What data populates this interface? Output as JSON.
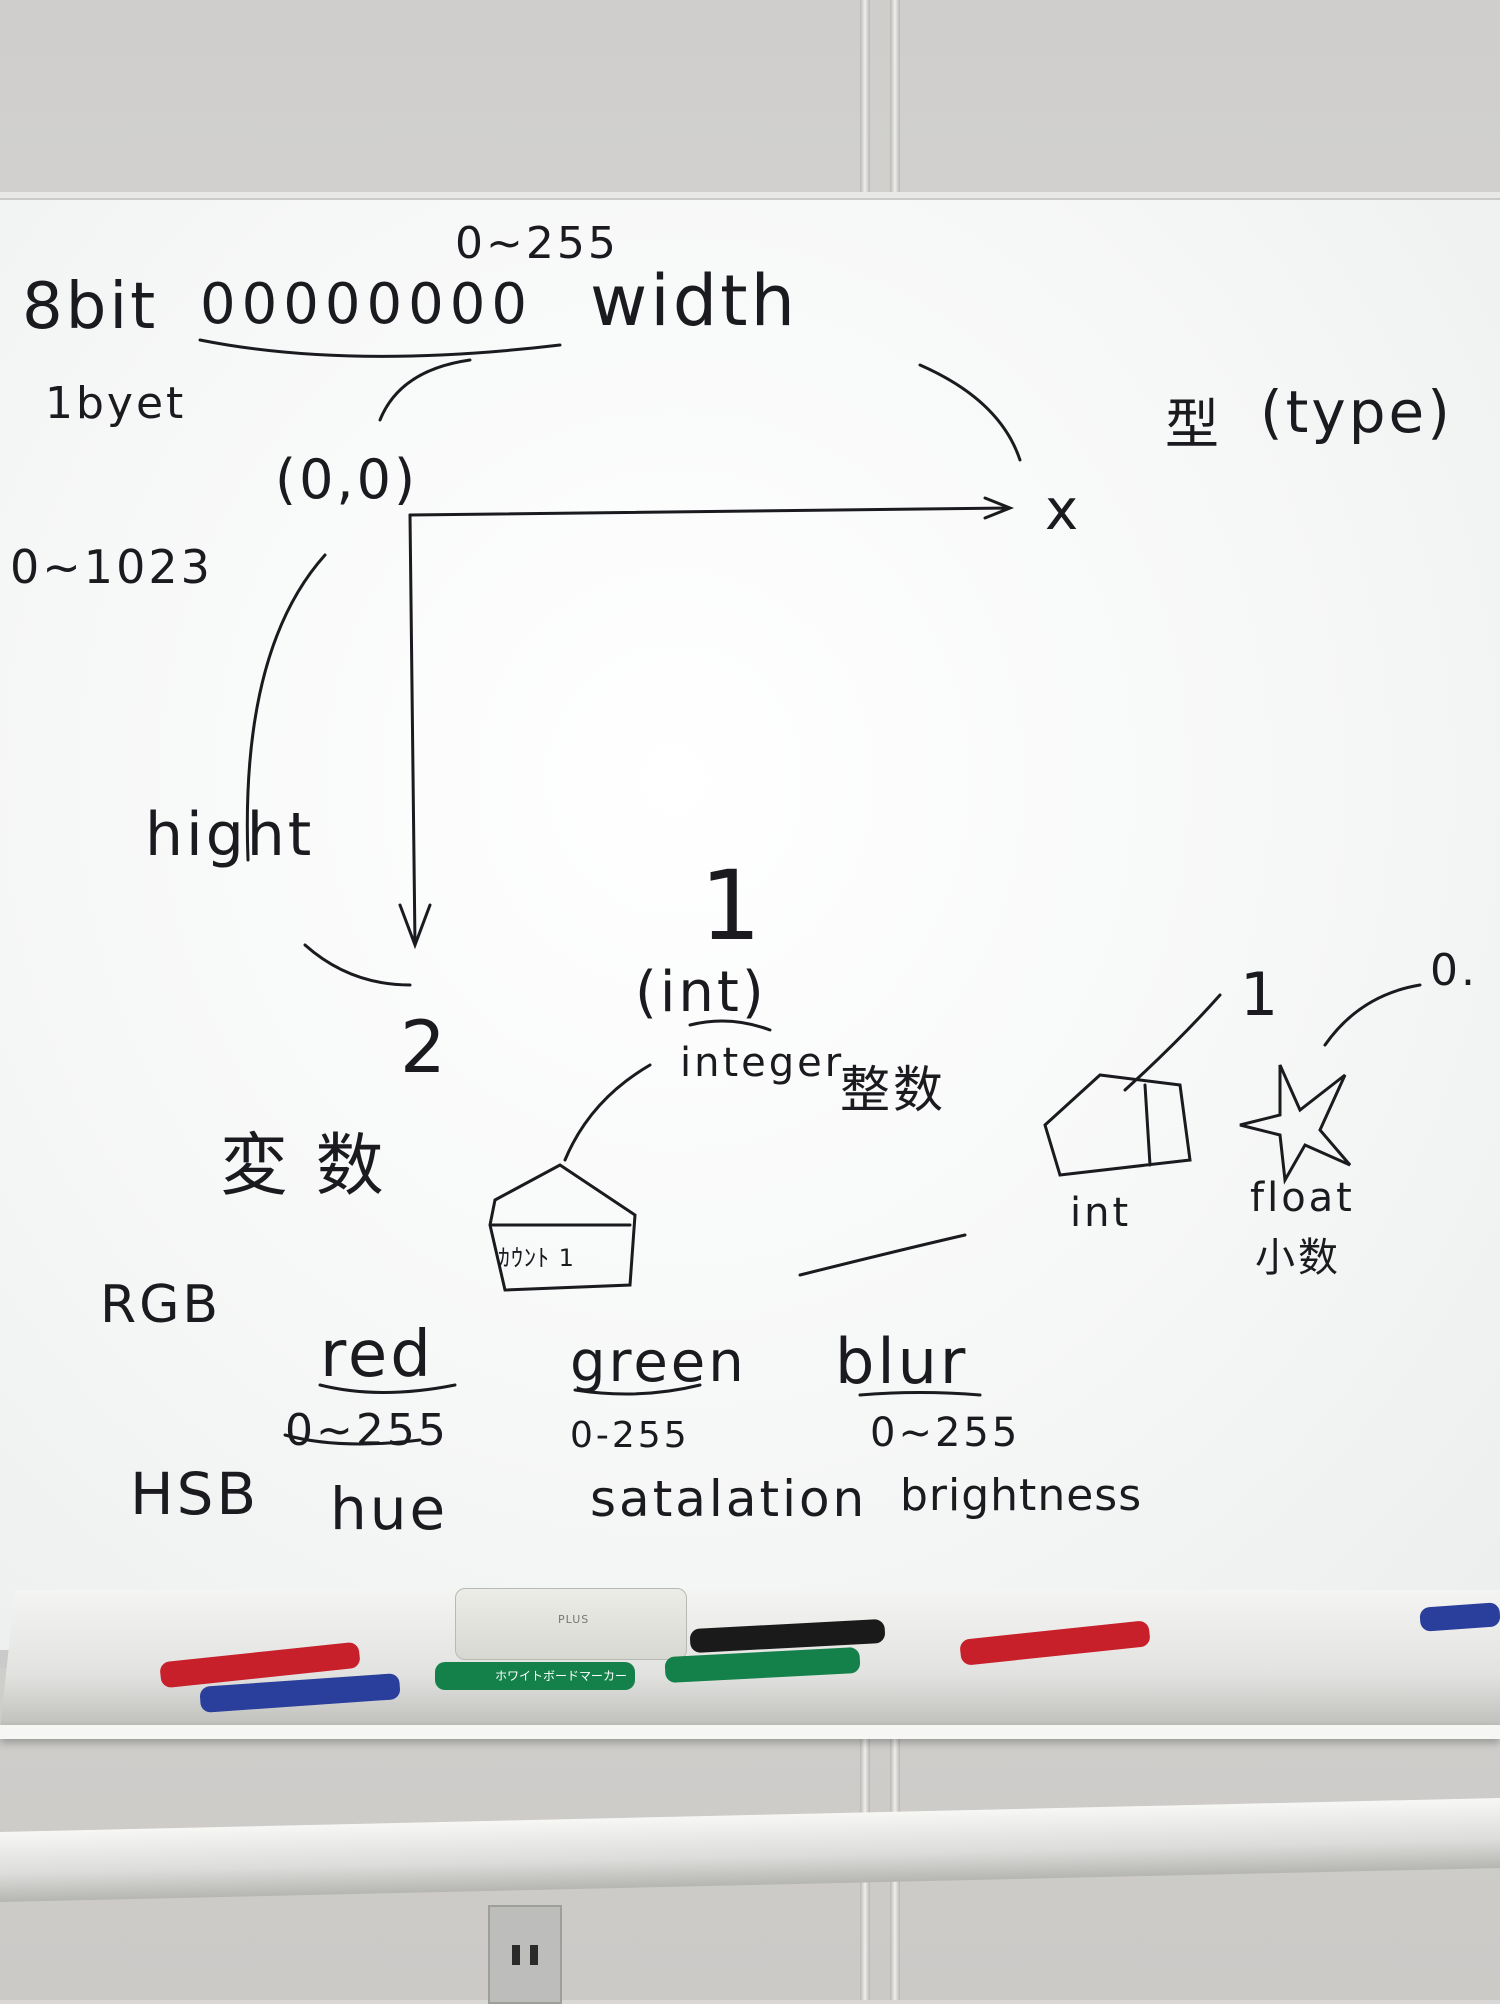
{
  "whiteboard": {
    "notes": {
      "range_top": "0~255",
      "eight_bit": "8bit",
      "bits": "00000000",
      "width": "width",
      "one_byte": "1byet",
      "origin": "(0,0)",
      "kata": "型",
      "type_paren": "(type)",
      "x_axis": "x",
      "range_left": "0~1023",
      "height": "hight",
      "y_axis": "2",
      "one": "1",
      "int_paren": "(int)",
      "integer": "integer",
      "seisu": "整数",
      "hensu": "変 数",
      "box_label": "ｶｳﾝﾄ 1",
      "one_right": "1",
      "zero_right": "0.",
      "int_box": "int",
      "float": "float",
      "shosu": "小数",
      "rgb": "RGB",
      "red": "red",
      "green": "green",
      "blue": "blur",
      "red_range": "0~255",
      "green_range": "0-255",
      "blue_range": "0~255",
      "hsb": "HSB",
      "hue": "hue",
      "saturation": "satalation",
      "brightness": "brightness"
    },
    "eraser_brand": "PLUS",
    "marker_label": "ホワイトボードマーカー"
  },
  "colors": {
    "ink": "#1b1b1f",
    "board": "#f6f7f7",
    "red_marker": "#c8202a",
    "blue_marker": "#2a3e9c",
    "green_marker": "#14804a",
    "black_marker": "#1a1a1a"
  }
}
